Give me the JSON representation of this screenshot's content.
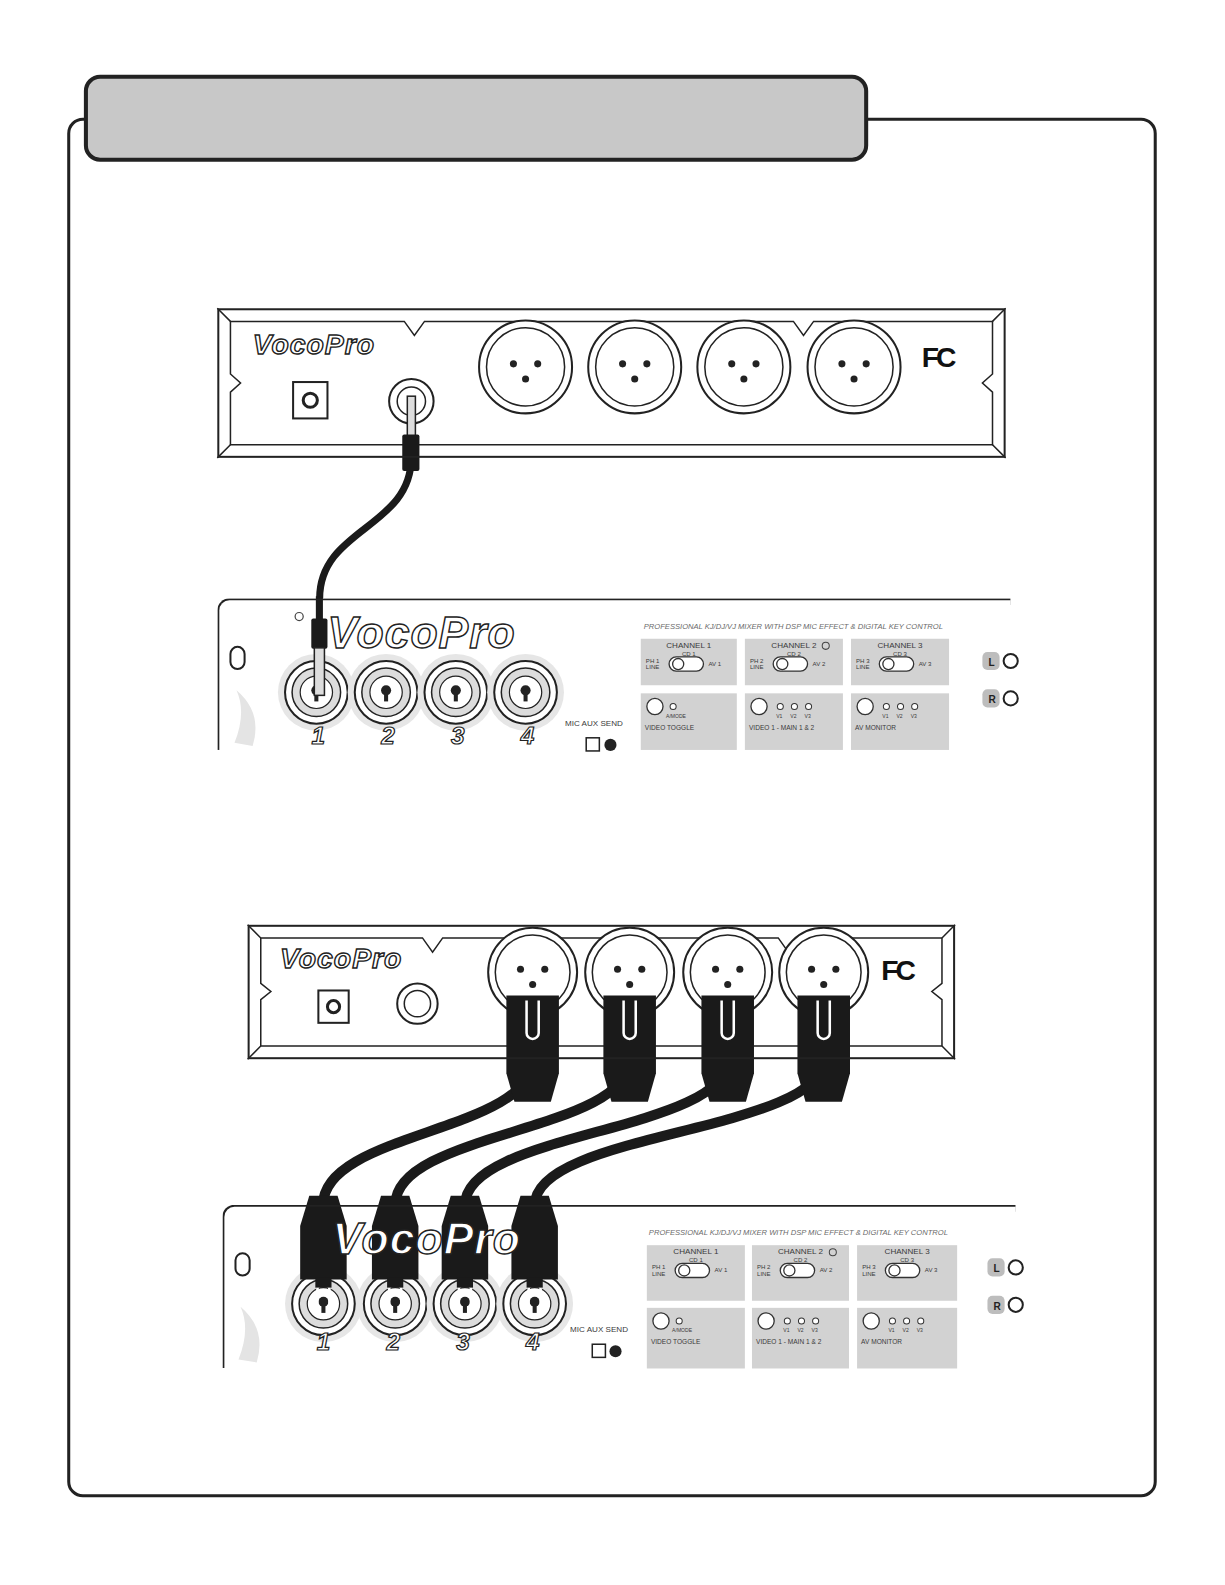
{
  "diagram": {
    "nodes": [
      {
        "text": [
          "VocoPro",
          "FC"
        ]
      },
      {
        "text": [
          "VocoPro",
          "PROFESSIONAL KJ/DJ/VJ MIXER WITH DSP MIC EFFECT & DIGITAL KEY CONTROL",
          "1",
          "2",
          "3",
          "4",
          "MIC AUX SEND",
          "L",
          "R"
        ]
      },
      {
        "text": [
          "CHANNEL 1",
          "CD 1",
          "PH 1 LINE",
          "AV 1"
        ],
        "in": 1
      },
      {
        "text": [
          "CHANNEL 2",
          "CD 2",
          "PH 2 LINE",
          "AV 2"
        ],
        "in": 1
      },
      {
        "text": [
          "CHANNEL 3",
          "CD 3",
          "PH 3 LINE",
          "AV 3"
        ],
        "in": 1
      },
      {
        "text": [
          "A/MODE",
          "VIDEO TOGGLE"
        ],
        "in": 1
      },
      {
        "text": [
          "V1",
          "V2",
          "V3",
          "VIDEO 1 - MAIN 1 & 2"
        ],
        "in": 1
      },
      {
        "text": [
          "V1",
          "V2",
          "V3",
          "AV MONITOR"
        ],
        "in": 1
      },
      {
        "text": [
          "VocoPro",
          "FC"
        ]
      },
      {
        "text": [
          "VocoPro",
          "PROFESSIONAL KJ/DJ/VJ MIXER WITH DSP MIC EFFECT & DIGITAL KEY CONTROL",
          "1",
          "2",
          "3",
          "4",
          "MIC AUX SEND",
          "L",
          "R"
        ]
      },
      {
        "text": [
          "CHANNEL 1",
          "CD 1",
          "PH 1 LINE",
          "AV 1"
        ],
        "in": 9
      },
      {
        "text": [
          "CHANNEL 2",
          "CD 2",
          "PH 2 LINE",
          "AV 2"
        ],
        "in": 9
      },
      {
        "text": [
          "CHANNEL 3",
          "CD 3",
          "PH 3 LINE",
          "AV 3"
        ],
        "in": 9
      },
      {
        "text": [
          "A/MODE",
          "VIDEO TOGGLE"
        ],
        "in": 9
      },
      {
        "text": [
          "V1",
          "V2",
          "V3",
          "VIDEO 1 - MAIN 1 & 2"
        ],
        "in": 9
      },
      {
        "text": [
          "V1",
          "V2",
          "V3",
          "AV MONITOR"
        ],
        "in": 9
      }
    ],
    "edges": [
      {
        "from": 0,
        "to": 1,
        "arrow": "none"
      },
      {
        "from": 8,
        "to": 9,
        "arrow": "none"
      },
      {
        "from": 8,
        "to": 9,
        "arrow": "none"
      },
      {
        "from": 8,
        "to": 9,
        "arrow": "none"
      },
      {
        "from": 8,
        "to": 9,
        "arrow": "none"
      }
    ]
  }
}
